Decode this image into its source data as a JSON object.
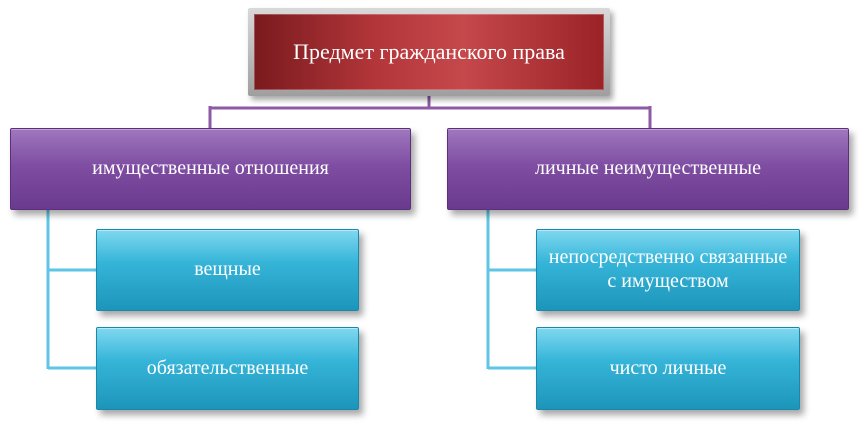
{
  "diagram": {
    "root": {
      "label": "Предмет гражданского права"
    },
    "branches": [
      {
        "label": "имущественные отношения",
        "children": [
          {
            "label": "вещные"
          },
          {
            "label": "обязательственные"
          }
        ]
      },
      {
        "label": "личные неимущественные",
        "children": [
          {
            "label": "непосредственно связанные с имуществом"
          },
          {
            "label": "чисто личные"
          }
        ]
      }
    ]
  },
  "colors": {
    "root": "#b3363a",
    "root_frame": "#bdbdbd",
    "level1": "#7f4ea3",
    "level2": "#36b5d9",
    "connector_top": "#8d5aa6",
    "connector_sub": "#5ec6e4"
  }
}
